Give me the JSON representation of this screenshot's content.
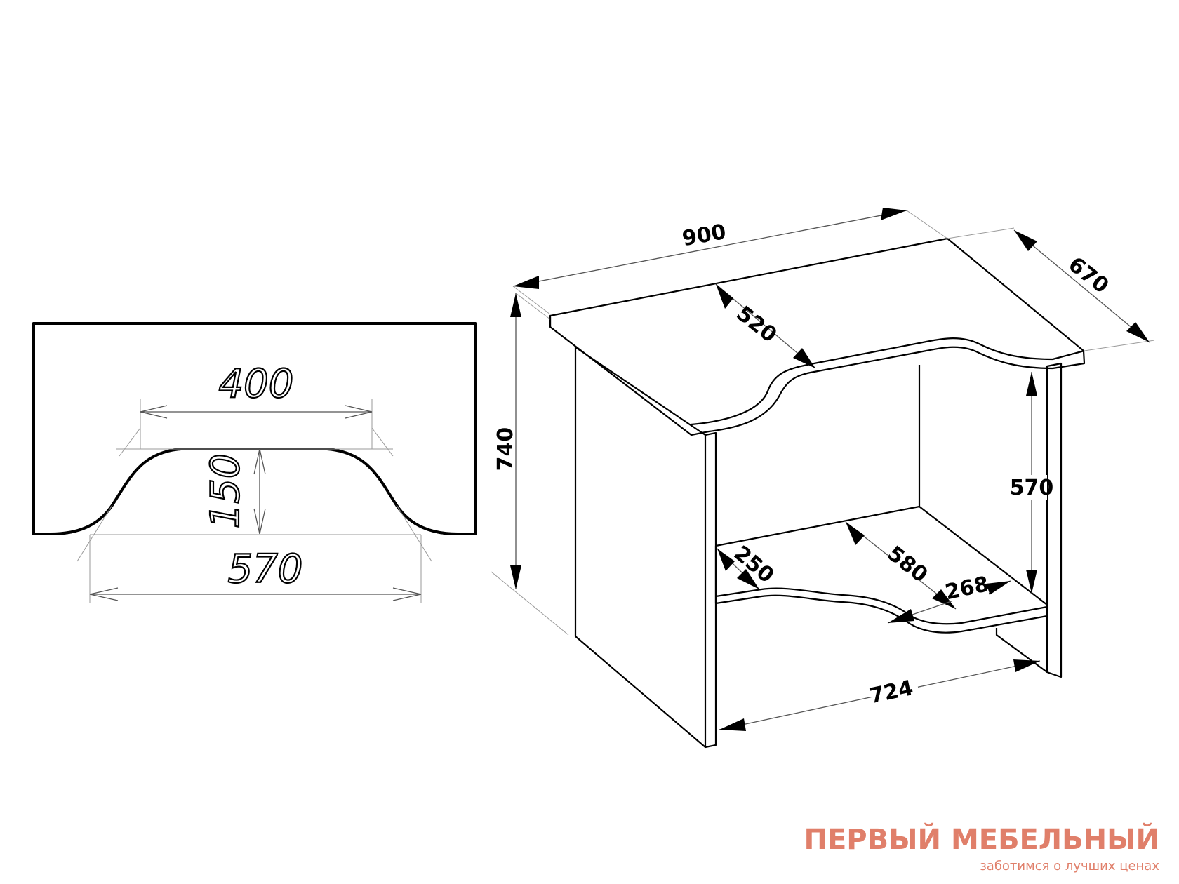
{
  "top_view": {
    "dim_400": "400",
    "dim_150": "150",
    "dim_570": "570"
  },
  "iso_view": {
    "dim_900": "900",
    "dim_670": "670",
    "dim_520": "520",
    "dim_740": "740",
    "dim_570": "570",
    "dim_580": "580",
    "dim_250": "250",
    "dim_268": "268",
    "dim_724": "724"
  },
  "brand": {
    "name": "ПЕРВЫЙ МЕБЕЛЬНЫЙ",
    "tagline": "заботимся о лучших ценах",
    "color": "#e07f6a"
  }
}
